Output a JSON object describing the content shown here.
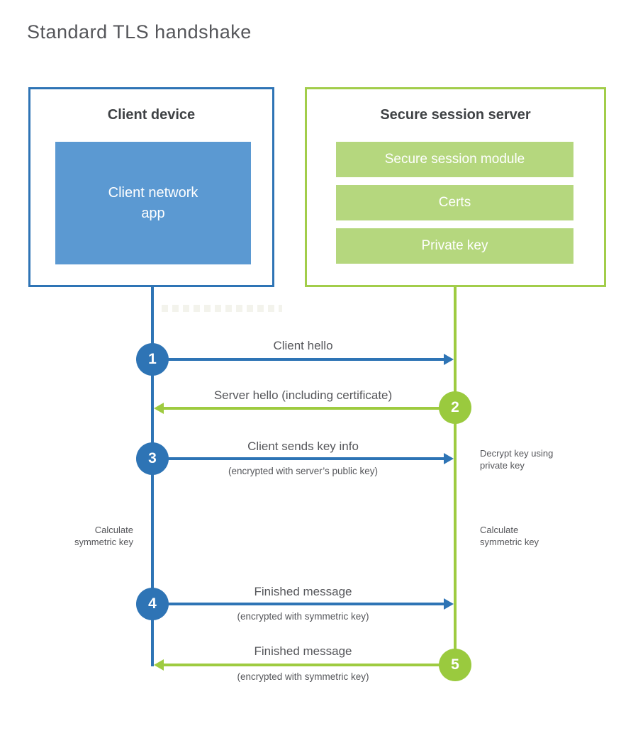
{
  "title": "Standard TLS handshake",
  "colors": {
    "blue": "#2e74b5",
    "blue_light": "#5b99d2",
    "green": "#9aca3e",
    "green_border": "#a2cd4a",
    "green_bar": "#b5d77e",
    "text": "#55565a",
    "heading": "#3f4245"
  },
  "client": {
    "title": "Client device",
    "app_label": "Client network\napp"
  },
  "server": {
    "title": "Secure session server",
    "modules": [
      "Secure session module",
      "Certs",
      "Private key"
    ]
  },
  "steps": [
    {
      "num": "1",
      "label": "Client hello",
      "sub": "",
      "direction": "right",
      "color": "blue"
    },
    {
      "num": "2",
      "label": "Server hello (including certificate)",
      "sub": "",
      "direction": "left",
      "color": "green"
    },
    {
      "num": "3",
      "label": "Client sends key info",
      "sub": "(encrypted with server’s public key)",
      "direction": "right",
      "color": "blue"
    },
    {
      "num": "4",
      "label": "Finished message",
      "sub": "(encrypted with symmetric key)",
      "direction": "right",
      "color": "blue"
    },
    {
      "num": "5",
      "label": "Finished message",
      "sub": "(encrypted with symmetric key)",
      "direction": "left",
      "color": "green"
    }
  ],
  "notes": {
    "decrypt": "Decrypt key using\nprivate key",
    "calc_left": "Calculate\nsymmetric key",
    "calc_right": "Calculate\nsymmetric key"
  }
}
